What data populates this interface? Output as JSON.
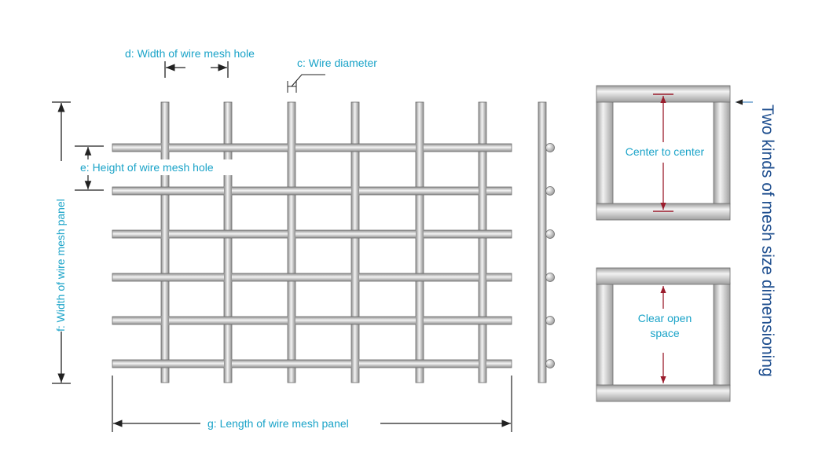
{
  "labels": {
    "d": "d: Width of wire mesh hole",
    "c": "c: Wire diameter",
    "e": "e: Height of wire mesh hole",
    "f": "f: Width of wire mesh panel",
    "g": "g:  Length of wire mesh panel",
    "center": "Center to center",
    "clear_line1": "Clear open",
    "clear_line2": "space",
    "side_title": "Two kinds of mesh size dimensioning"
  },
  "colors": {
    "label": "#1aa3c8",
    "title": "#1f4f8f",
    "arrow_dim": "#222222",
    "arrow_red": "#9b1c2c",
    "wire_light": "#f2f2f2",
    "wire_dark": "#9a9a9a",
    "wire_outline": "#6d6d6d"
  }
}
